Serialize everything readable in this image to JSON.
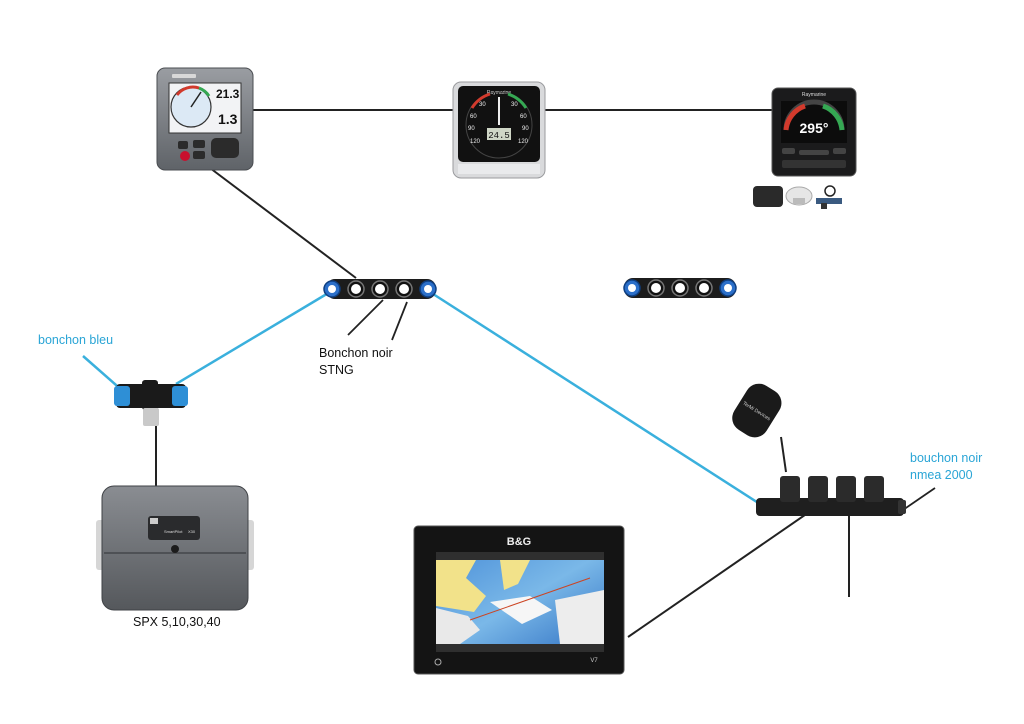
{
  "labels": {
    "bonchon_bleu": "bonchon bleu",
    "bonchon_noir_stng_line1": "Bonchon noir",
    "bonchon_noir_stng_line2": "STNG",
    "bouchon_noir_nmea_line1": "bouchon noir",
    "bouchon_noir_nmea_line2": "nmea 2000",
    "spx": "SPX 5,10,30,40"
  },
  "devices": {
    "st70_display": {
      "readout_top": "21.3",
      "readout_bottom": "1.3"
    },
    "wind_instrument": {
      "brand": "Raymarine",
      "readout": "24.5",
      "scale": [
        "30",
        "60",
        "90",
        "120",
        "30",
        "60",
        "90",
        "120"
      ]
    },
    "p70_pilot": {
      "brand": "Raymarine",
      "heading": "295°"
    },
    "course_computer": {
      "brand": "SmartPilot",
      "model": "X30"
    },
    "chartplotter": {
      "brand": "B&G",
      "model": "V7"
    },
    "terminator": {
      "text": "TerMi Devices"
    }
  },
  "colors": {
    "seatalk_cable": "#3ab0dd",
    "black_cable": "#222222",
    "label_blue": "#2aa5d6"
  }
}
